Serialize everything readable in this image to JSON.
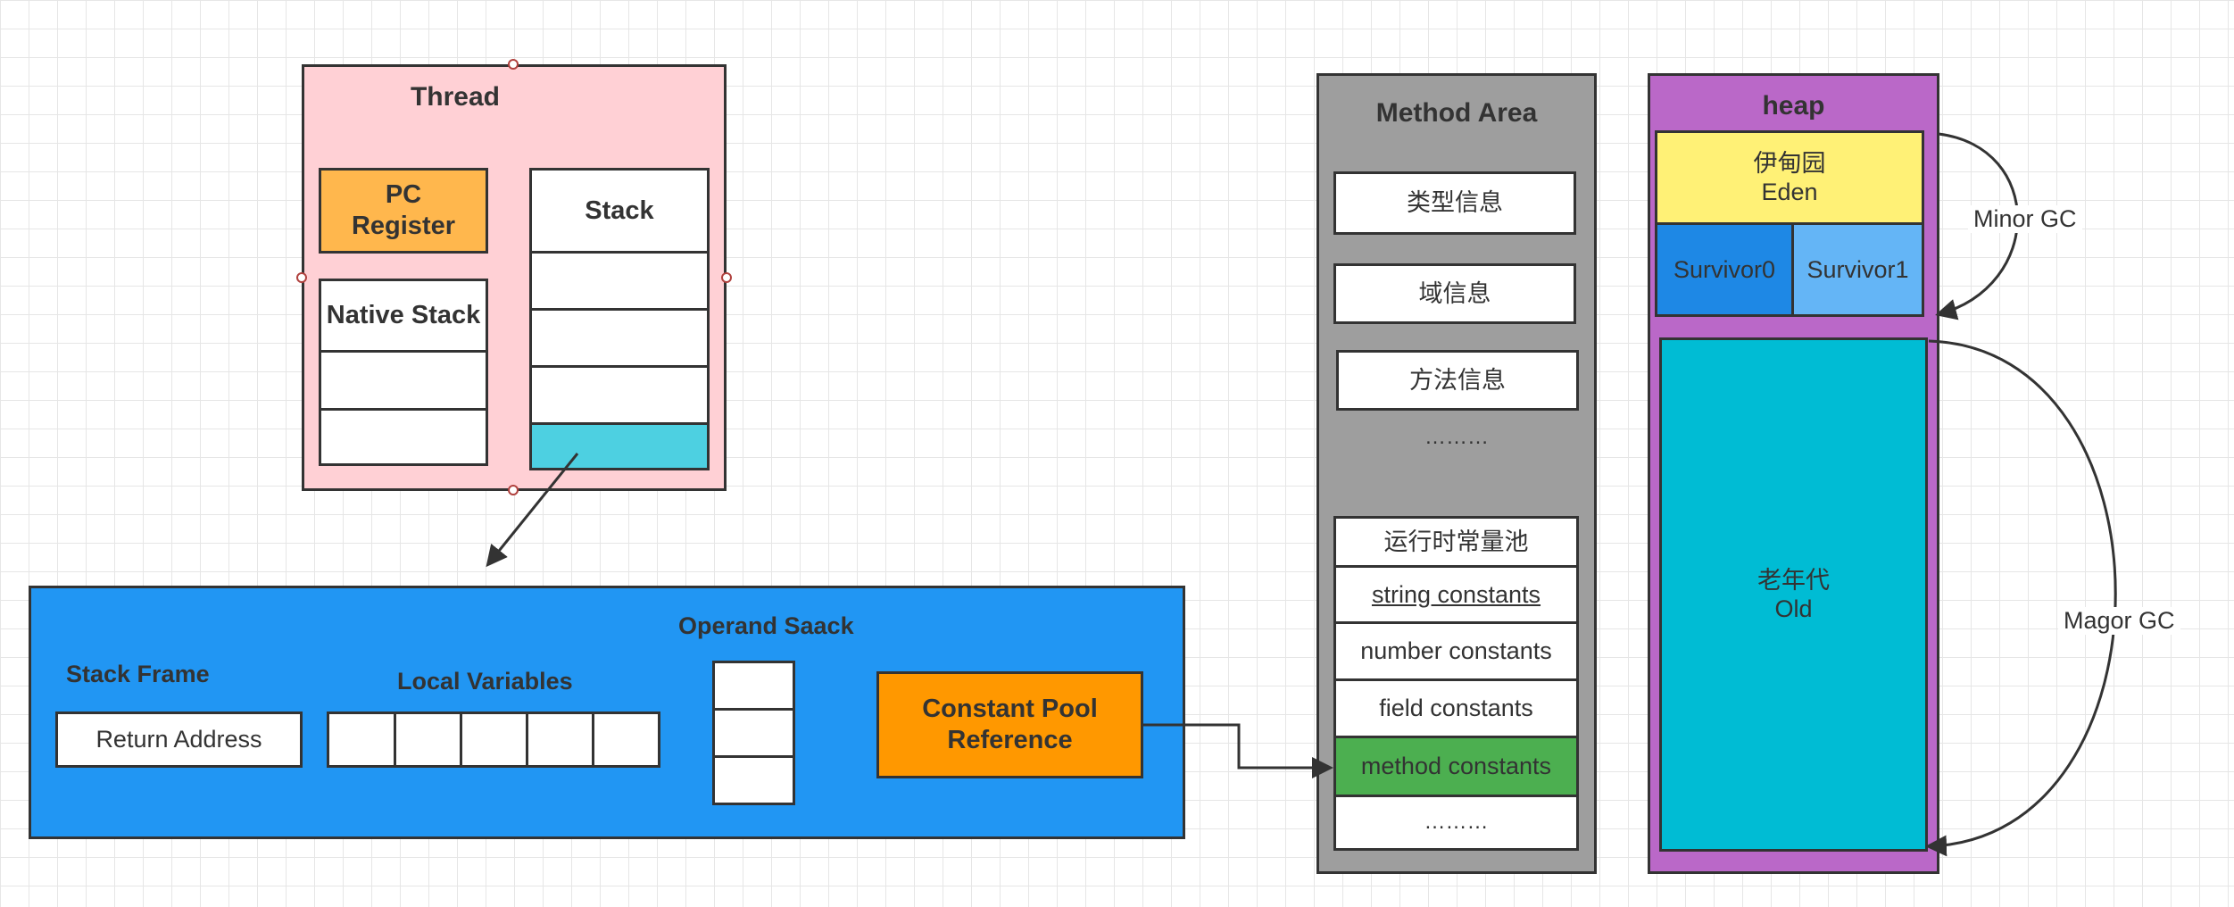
{
  "thread": {
    "title": "Thread",
    "pc_register": "PC Register",
    "native_stack": "Native Stack",
    "stack": "Stack"
  },
  "stack_frame": {
    "title": "Stack Frame",
    "return_address": "Return Address",
    "local_variables": "Local Variables",
    "operand_stack": "Operand Saack",
    "constant_pool_reference": "Constant Pool Reference"
  },
  "method_area": {
    "title": "Method Area",
    "items": [
      "类型信息",
      "域信息",
      "方法信息",
      "………"
    ],
    "runtime_pool": {
      "title": "运行时常量池",
      "items": [
        "string constants",
        "number constants",
        "field constants",
        "method constants",
        "………"
      ]
    }
  },
  "heap": {
    "title": "heap",
    "eden_cn": "伊甸园",
    "eden_en": "Eden",
    "survivor0": "Survivor0",
    "survivor1": "Survivor1",
    "old_cn": "老年代",
    "old_en": "Old",
    "minor_gc": "Minor GC",
    "major_gc": "Magor GC"
  },
  "colors": {
    "thread_bg": "#ffd0d5",
    "pc_register": "#ffb74d",
    "stack_frame_current": "#4dd0e1",
    "stack_frame_bg": "#2196f3",
    "constant_pool_ref": "#ff9800",
    "method_area_bg": "#9e9e9e",
    "method_constants": "#4caf50",
    "heap_bg": "#ba68c8",
    "eden": "#fff176",
    "survivor0": "#1e88e5",
    "survivor1": "#64b5f6",
    "old": "#00bcd4"
  }
}
